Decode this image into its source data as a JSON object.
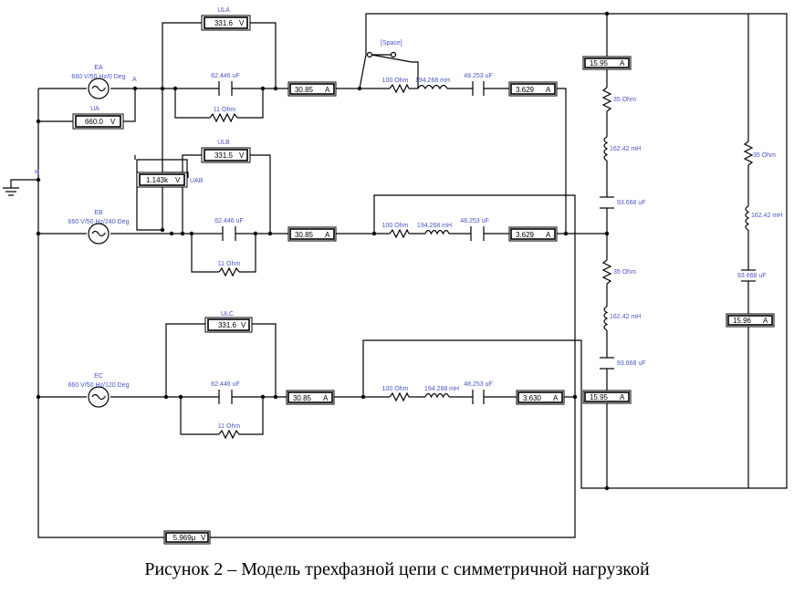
{
  "caption": "Рисунок 2 – Модель трехфазной цепи с симметричной нагрузкой",
  "sources": {
    "a": {
      "name": "EA",
      "spec": "660 V/50 Hz/0 Deg"
    },
    "b": {
      "name": "EB",
      "spec": "660 V/50 Hz/240 Deg"
    },
    "c": {
      "name": "EC",
      "spec": "660 V/50 Hz/120 Deg"
    }
  },
  "node_labels": {
    "a": "A",
    "neutral": "N"
  },
  "voltmeters": {
    "ula": {
      "label": "ULA",
      "reading": "331.6",
      "unit": "V"
    },
    "ulb": {
      "label": "ULB",
      "reading": "331.5",
      "unit": "V"
    },
    "ulc": {
      "label": "ULC",
      "reading": "331.6",
      "unit": "V"
    },
    "ua": {
      "label": "UA",
      "reading": "660.0",
      "unit": "V"
    },
    "uab": {
      "label": "UAB",
      "reading": "1.143k",
      "unit": "V"
    },
    "neutral": {
      "reading": "5.969μ",
      "unit": "V"
    }
  },
  "ammeters": {
    "line_a": {
      "reading": "30.85",
      "unit": "A"
    },
    "line_b": {
      "reading": "30.85",
      "unit": "A"
    },
    "line_c": {
      "reading": "30.85",
      "unit": "A"
    },
    "load_a": {
      "reading": "3.629",
      "unit": "A"
    },
    "load_b": {
      "reading": "3.629",
      "unit": "A"
    },
    "load_c": {
      "reading": "3.630",
      "unit": "A"
    },
    "delta_top": {
      "reading": "15.95",
      "unit": "A"
    },
    "delta_bottom": {
      "reading": "15.95",
      "unit": "A"
    },
    "delta_right": {
      "reading": "15.96",
      "unit": "A"
    }
  },
  "components": {
    "line_cap": "62.446 uF",
    "line_res": "11  Ohm",
    "load_res": "100  Ohm",
    "load_ind": "194.268 mH",
    "load_cap": "48.253 uF",
    "delta_res": "35  Ohm",
    "delta_ind": "162.42 mH",
    "delta_cap": "93.668 uF"
  },
  "switch": {
    "key": "[Space]"
  }
}
